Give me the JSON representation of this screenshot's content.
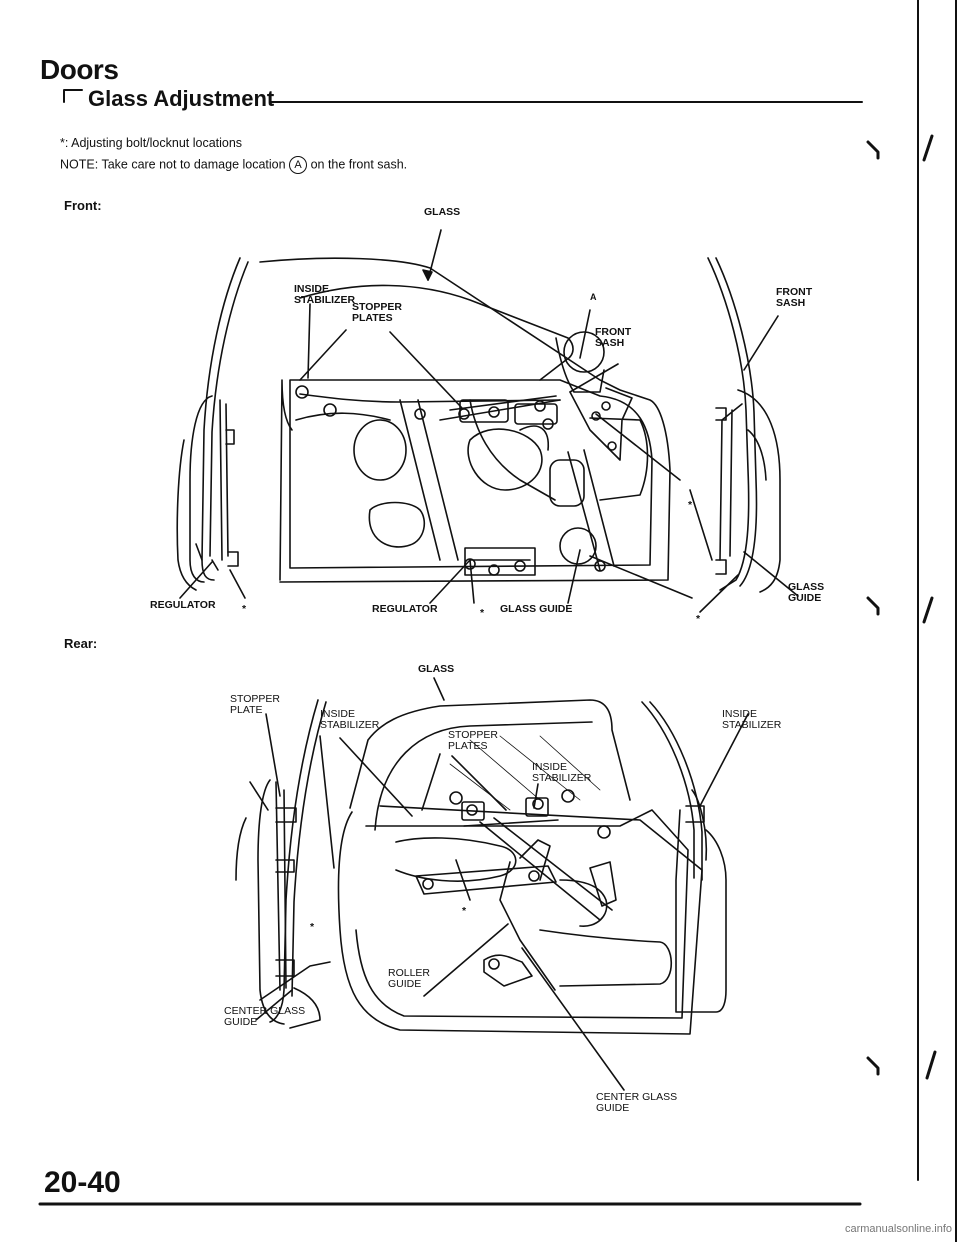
{
  "header": {
    "section": "Doors",
    "title": "Glass Adjustment"
  },
  "notes": {
    "adjusting": "*: Adjusting bolt/locknut locations",
    "caution_before": "NOTE: Take care not to damage location",
    "caution_marker": "A",
    "caution_after": "on the front sash."
  },
  "front": {
    "label": "Front:",
    "callouts": {
      "glass": "GLASS",
      "inside_stabilizer": [
        "INSIDE",
        "STABILIZER"
      ],
      "stopper_plates": [
        "STOPPER",
        "PLATES"
      ],
      "marker_a": "A",
      "front_sash_upper": [
        "FRONT",
        "SASH"
      ],
      "front_sash_lower": [
        "FRONT",
        "SASH"
      ],
      "regulator_left": "REGULATOR",
      "regulator_center": "REGULATOR",
      "glass_guide_center": "GLASS GUIDE",
      "glass_guide_right": [
        "GLASS",
        "GUIDE"
      ]
    }
  },
  "rear": {
    "label": "Rear:",
    "callouts": {
      "glass": "GLASS",
      "stopper_plate": [
        "STOPPER",
        "PLATE"
      ],
      "inside_stabilizer_left": [
        "INSIDE",
        "STABILIZER"
      ],
      "stopper_plates": [
        "STOPPER",
        "PLATES"
      ],
      "inside_stabilizer_mid": [
        "INSIDE",
        "STABILIZER"
      ],
      "inside_stabilizer_right": [
        "INSIDE",
        "STABILIZER"
      ],
      "roller_guide": [
        "ROLLER",
        "GUIDE"
      ],
      "center_glass_guide_left": [
        "CENTER GLASS",
        "GUIDE"
      ],
      "center_glass_guide_right": [
        "CENTER GLASS",
        "GUIDE"
      ]
    }
  },
  "footer": {
    "page_number": "20-40",
    "watermark": "carmanualsonline.info"
  }
}
